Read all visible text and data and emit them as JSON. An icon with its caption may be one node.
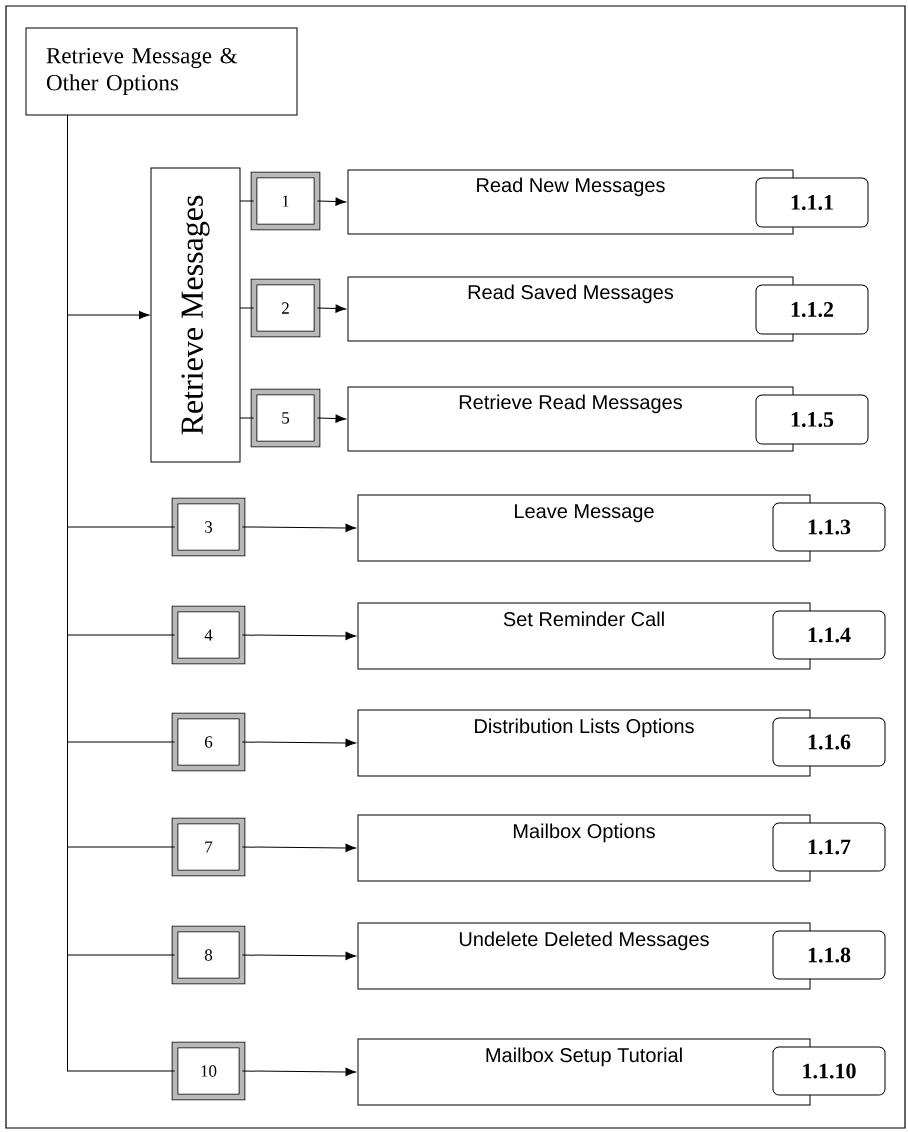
{
  "diagram": {
    "nodes": [
      {
        "text": [
          "Retrieve Message & Other Options"
        ]
      },
      {
        "text": [
          "Retrieve Messages"
        ]
      },
      {
        "text": [
          "1"
        ]
      },
      {
        "text": [
          "Read New Messages"
        ]
      },
      {
        "text": [
          "1.1.1"
        ]
      },
      {
        "text": [
          "2"
        ]
      },
      {
        "text": [
          "Read Saved Messages"
        ]
      },
      {
        "text": [
          "1.1.2"
        ]
      },
      {
        "text": [
          "5"
        ]
      },
      {
        "text": [
          "Retrieve Read Messages"
        ]
      },
      {
        "text": [
          "1.1.5"
        ]
      },
      {
        "text": [
          "3"
        ]
      },
      {
        "text": [
          "Leave Message"
        ]
      },
      {
        "text": [
          "1.1.3"
        ]
      },
      {
        "text": [
          "4"
        ]
      },
      {
        "text": [
          "Set Reminder Call"
        ]
      },
      {
        "text": [
          "1.1.4"
        ]
      },
      {
        "text": [
          "6"
        ]
      },
      {
        "text": [
          "Distribution Lists Options"
        ]
      },
      {
        "text": [
          "1.1.6"
        ]
      },
      {
        "text": [
          "7"
        ]
      },
      {
        "text": [
          "Mailbox Options"
        ]
      },
      {
        "text": [
          "1.1.7"
        ]
      },
      {
        "text": [
          "8"
        ]
      },
      {
        "text": [
          "Undelete Deleted Messages"
        ]
      },
      {
        "text": [
          "1.1.8"
        ]
      },
      {
        "text": [
          "10"
        ]
      },
      {
        "text": [
          "Mailbox Setup Tutorial"
        ]
      },
      {
        "text": [
          "1.1.10"
        ]
      }
    ],
    "edges": [
      {
        "from": 0,
        "to": 1,
        "arrow": "to"
      },
      {
        "from": 1,
        "to": 2,
        "arrow": "none"
      },
      {
        "from": 2,
        "to": 3,
        "arrow": "to"
      },
      {
        "from": 1,
        "to": 5,
        "arrow": "none"
      },
      {
        "from": 5,
        "to": 6,
        "arrow": "to"
      },
      {
        "from": 1,
        "to": 8,
        "arrow": "none"
      },
      {
        "from": 8,
        "to": 9,
        "arrow": "to"
      },
      {
        "from": 0,
        "to": 11,
        "arrow": "none"
      },
      {
        "from": 11,
        "to": 12,
        "arrow": "to"
      },
      {
        "from": 0,
        "to": 14,
        "arrow": "none"
      },
      {
        "from": 14,
        "to": 15,
        "arrow": "to"
      },
      {
        "from": 0,
        "to": 17,
        "arrow": "none"
      },
      {
        "from": 17,
        "to": 18,
        "arrow": "to"
      },
      {
        "from": 0,
        "to": 20,
        "arrow": "none"
      },
      {
        "from": 20,
        "to": 21,
        "arrow": "to"
      },
      {
        "from": 0,
        "to": 23,
        "arrow": "none"
      },
      {
        "from": 23,
        "to": 24,
        "arrow": "to"
      },
      {
        "from": 0,
        "to": 26,
        "arrow": "none"
      },
      {
        "from": 26,
        "to": 27,
        "arrow": "to"
      }
    ]
  }
}
